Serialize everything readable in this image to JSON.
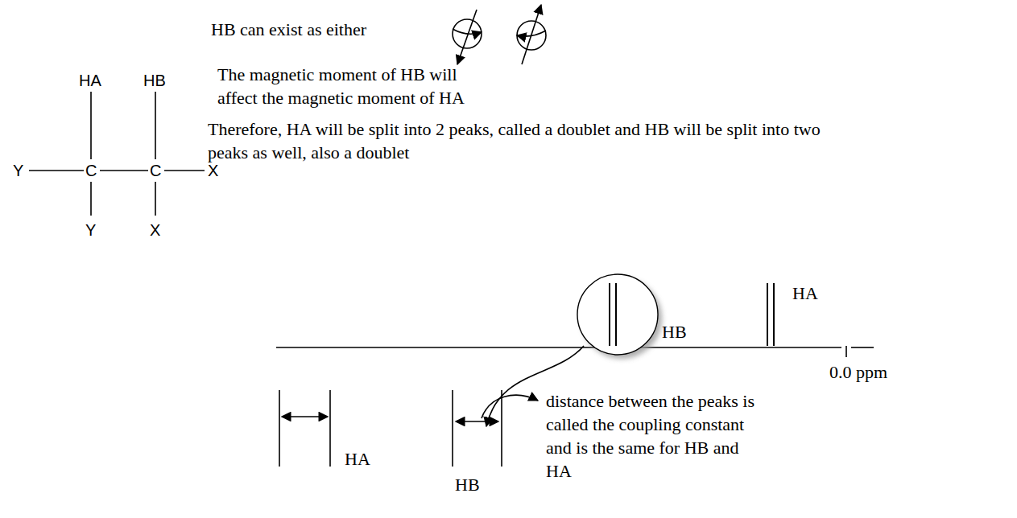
{
  "diagram": {
    "labels": [
      "HA",
      "HB",
      "Y",
      "C",
      "C",
      "X",
      "Y",
      "X",
      "HB can exist as either",
      "The magnetic moment of HB will affect the magnetic moment of HA",
      "Therefore, HA will be split into 2 peaks, called a doublet and HB will be split into two peaks as well, also a doublet",
      "HB",
      "HA",
      "0.0 ppm",
      "HA",
      "HB",
      "distance between the peaks is called the coupling constant and is the same for HB and HA"
    ]
  }
}
